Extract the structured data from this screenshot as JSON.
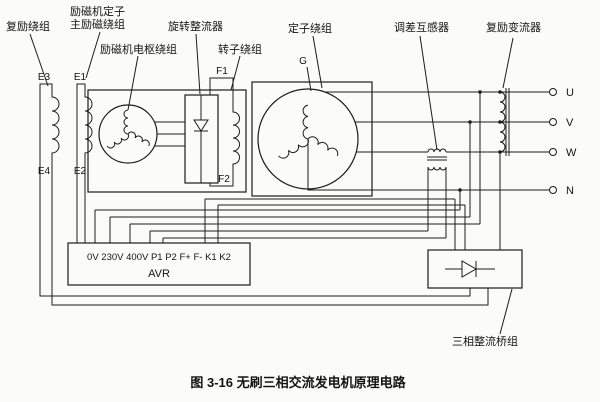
{
  "figure": {
    "caption": "图 3-16  无刷三相交流发电机原理电路",
    "labels": {
      "compound_winding": "复励绕组",
      "exciter_stator_line1": "励磁机定子",
      "exciter_stator_line2": "主励磁绕组",
      "exciter_armature_winding": "励磁机电枢绕组",
      "rotating_rectifier": "旋转整流器",
      "rotor_winding": "转子绕组",
      "stator_winding": "定子绕组",
      "droop_transformer": "调差互感器",
      "compound_converter": "复励变流器",
      "rectifier_bridge": "三相整流桥组"
    },
    "terminals": {
      "E3": "E3",
      "E1": "E1",
      "E4": "E4",
      "E2": "E2",
      "F1": "F1",
      "F2": "F2",
      "G": "G",
      "U": "U",
      "V": "V",
      "W": "W",
      "N": "N"
    },
    "avr": {
      "terminal_row": "0V 230V 400V P1 P2 F+ F- K1 K2",
      "name": "AVR"
    },
    "colors": {
      "line": "#1c1c1c",
      "background": "#fbfbf8"
    }
  }
}
